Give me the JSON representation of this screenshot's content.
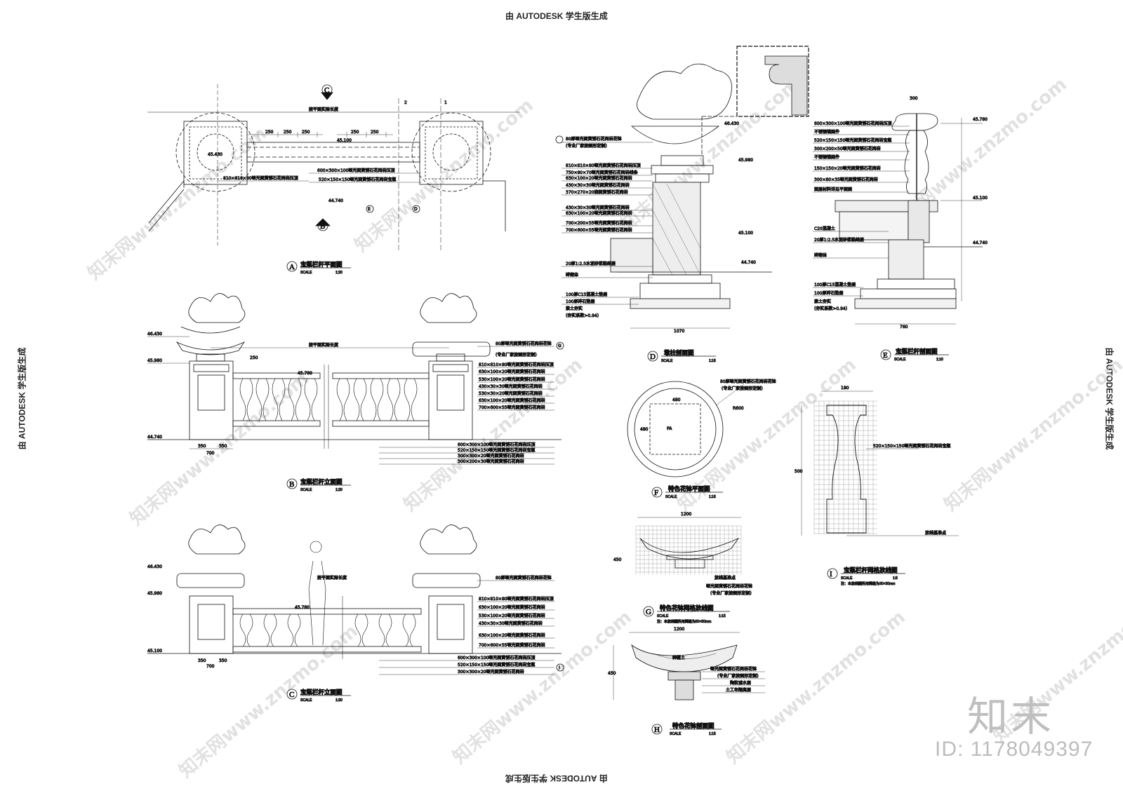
{
  "edge_text": {
    "top": "由 AUTODESK 学生版生成",
    "bottom": "由 AUTODESK 学生版生成",
    "left": "由 AUTODESK 学生版生成",
    "right": "由 AUTODESK 学生版生成"
  },
  "watermark": {
    "repeat": "知末网www.znzmo.com",
    "logo": "知末",
    "id": "ID: 1178049397"
  },
  "views": {
    "A": {
      "tag": "A",
      "title": "宝瓶栏杆平面图",
      "scale_word": "SCALE",
      "scale": "1:20",
      "elev_top": "45.430",
      "elev_mid": "45.100",
      "elev_bot": "44.740",
      "note1": "600×300×100哑光面黄锈石花岗岩压顶",
      "note2": "520×150×150哑光面黄锈石花岗岩宝瓶",
      "note3": "810×810×80哑光面黄锈石花岗岩压顶",
      "len": "按平面实际长度",
      "cut1": "1",
      "cut2": "2",
      "mark_c": "C",
      "mark_b": "B",
      "mark_e": "E",
      "mark_d": "D"
    },
    "B": {
      "tag": "B",
      "title": "宝瓶栏杆立面图",
      "scale_word": "SCALE",
      "scale": "1:20",
      "e1": "46.430",
      "e2": "45.980",
      "e3": "45.780",
      "e4": "44.740",
      "len": "按平面实际长度",
      "notes": [
        "80厚哑光面黄锈石花岗岩花钵",
        "(专业厂家按图形定制)",
        "810×810×80哑光面黄锈石花岗岩压顶",
        "630×100×20哑光面黄锈石花岗岩",
        "530×100×20哑光面黄锈石花岗岩",
        "430×30×30哑光面黄锈石花岗岩",
        "530×30×20哑光面黄锈石花岗岩",
        "630×100×20哑光面黄锈石花岗岩",
        "700×600×55哑光面黄锈石花岗岩"
      ],
      "notes2": [
        "600×300×100哑光面黄锈石花岗岩压顶",
        "520×150×150哑光面黄锈石花岗岩宝瓶",
        "300×300×20哑光面黄锈石花岗岩",
        "300×200×30哑光面黄锈石花岗岩"
      ],
      "d350": "350",
      "d700": "700",
      "d250": "250",
      "tagg": "G"
    },
    "C": {
      "tag": "C",
      "title": "宝瓶栏杆立面图",
      "scale_word": "SCALE",
      "scale": "1:20",
      "e1": "46.430",
      "e2": "45.980",
      "e3": "45.780",
      "e4": "45.100",
      "len": "按平面实际长度",
      "notes": [
        "80厚哑光面黄锈石花岗岩花钵",
        "810×810×80哑光面黄锈石花岗岩压顶",
        "630×100×20哑光面黄锈石花岗岩",
        "530×100×20哑光面黄锈石花岗岩",
        "430×30×30哑光面黄锈石花岗岩",
        "630×100×20哑光面黄锈石花岗岩",
        "700×600×55哑光面黄锈石花岗岩"
      ],
      "notes2": [
        "600×300×100哑光面黄锈石花岗岩压顶",
        "520×150×150哑光面黄锈石花岗岩宝瓶",
        "300×300×20哑光面黄锈石花岗岩"
      ],
      "d350": "350",
      "d700": "700",
      "tagi": "I"
    },
    "D": {
      "tag": "D",
      "title": "墩柱剖面图",
      "scale_word": "SCALE",
      "scale": "1:15",
      "e1": "46.430",
      "e2": "45.980",
      "e3": "45.100",
      "e4": "44.740",
      "notes": [
        "80厚哑光面黄锈石花岗岩花钵",
        "(专业厂家按图形定制)",
        "810×810×80哑光面黄锈石花岗岩压顶",
        "750×80×70哑光面黄锈石花岗岩线条",
        "630×100×20哑光面黄锈石花岗岩",
        "430×30×30哑光面黄锈石花岗岩",
        "370×270×20烧面黄锈石花岗岩",
        "430×30×30哑光面黄锈石花岗岩",
        "630×100×20哑光面黄锈石花岗岩",
        "700×200×55哑光面黄锈石花岗岩",
        "700×600×55哑光面黄锈石花岗岩",
        "20厚1:2.5水泥砂浆黏结层",
        "砖砌体",
        "100厚C15混凝土垫层",
        "100厚碎石垫层",
        "素土夯实",
        "(夯实系数>0.94)"
      ],
      "w": "1070"
    },
    "E": {
      "tag": "E",
      "title": "宝瓶栏杆剖面图",
      "scale_word": "SCALE",
      "scale": "1:10",
      "e1": "45.780",
      "e2": "45.100",
      "e3": "44.740",
      "notes": [
        "600×300×100哑光面黄锈石花岗岩压顶",
        "不锈钢锚固件",
        "520×150×150哑光面黄锈石花岗岩宝瓶",
        "300×200×50哑光面黄锈石花岗岩",
        "不锈钢锚固件",
        "150×150×20哑光面黄锈石花岗岩",
        "300×80×35哑光面黄锈石花岗岩",
        "面层材料详见平面图",
        "C20混凝土",
        "20厚1:2.5水泥砂浆黏结层",
        "砖砌体",
        "100厚C15混凝土垫层",
        "100厚碎石垫层",
        "素土夯实",
        "(夯实系数>0.94)"
      ],
      "w": "760",
      "top": "300"
    },
    "F": {
      "tag": "F",
      "title": "特色花钵平面图",
      "scale_word": "SCALE",
      "scale": "1:15",
      "note1": "80厚哑光面黄锈石花岗岩花钵",
      "note2": "(专业厂家按图形定制)",
      "pa": "PA",
      "r": "R600",
      "d480": "480"
    },
    "G": {
      "tag": "G",
      "title": "特色花钵网格放线图",
      "scale_word": "SCALE",
      "scale": "1:15",
      "note": "注：本放线图所用网格为50×50mm",
      "w": "1200",
      "h": "450",
      "n1": "放线基准点",
      "n2": "哑光面黄锈石花岗岩花钵",
      "n3": "(专业厂家按图形定制)"
    },
    "H": {
      "tag": "H",
      "title": "特色花钵剖面图",
      "scale_word": "SCALE",
      "scale": "1:15",
      "w": "1200",
      "h": "450",
      "n1": "哑光面黄锈石花岗岩花钵",
      "n2": "(专业厂家按图形定制)",
      "n3": "陶粒滤水层",
      "n4": "土工布隔离层",
      "soil": "种植土"
    },
    "I": {
      "tag": "I",
      "title": "宝瓶栏杆网格放线图",
      "scale_word": "SCALE",
      "scale": "1:5",
      "note": "注：本放线图所用网格为30×30mm",
      "w": "180",
      "h": "500",
      "n1": "520×150×150哑光面黄锈石花岗岩宝瓶",
      "n2": "放线基准点"
    }
  }
}
